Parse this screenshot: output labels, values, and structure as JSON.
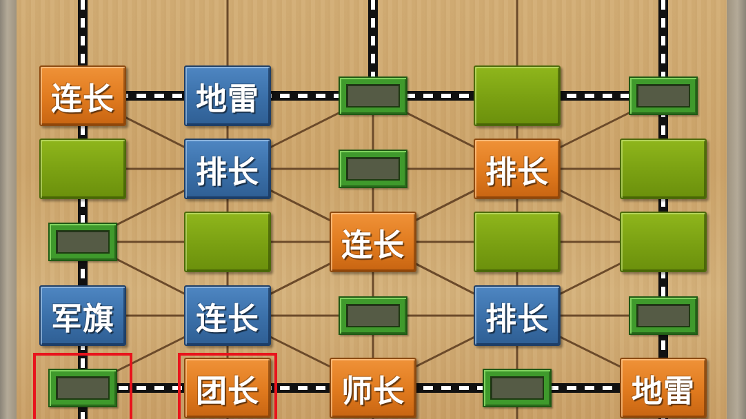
{
  "board": {
    "colors": {
      "orange": "#e07a1e",
      "blue": "#3a6fa8",
      "hidden": "#7aa012",
      "post": "#3f9a2c",
      "highlight": "#e8141c",
      "railroad": "#111111"
    },
    "rows": [
      [
        {
          "type": "piece",
          "side": "orange",
          "label": "连长"
        },
        {
          "type": "piece",
          "side": "blue",
          "label": "地雷"
        },
        {
          "type": "post",
          "label": ""
        },
        {
          "type": "hidden",
          "label": ""
        },
        {
          "type": "post",
          "label": ""
        }
      ],
      [
        {
          "type": "hidden",
          "label": ""
        },
        {
          "type": "piece",
          "side": "blue",
          "label": "排长"
        },
        {
          "type": "post",
          "label": ""
        },
        {
          "type": "piece",
          "side": "orange",
          "label": "排长"
        },
        {
          "type": "hidden",
          "label": ""
        }
      ],
      [
        {
          "type": "post",
          "label": ""
        },
        {
          "type": "hidden",
          "label": ""
        },
        {
          "type": "piece",
          "side": "orange",
          "label": "连长"
        },
        {
          "type": "hidden",
          "label": ""
        },
        {
          "type": "hidden",
          "label": ""
        }
      ],
      [
        {
          "type": "piece",
          "side": "blue",
          "label": "军旗"
        },
        {
          "type": "piece",
          "side": "blue",
          "label": "连长"
        },
        {
          "type": "post",
          "label": ""
        },
        {
          "type": "piece",
          "side": "blue",
          "label": "排长"
        },
        {
          "type": "post",
          "label": ""
        }
      ],
      [
        {
          "type": "post",
          "label": "",
          "highlighted": true
        },
        {
          "type": "piece",
          "side": "orange",
          "label": "团长",
          "highlighted": true
        },
        {
          "type": "piece",
          "side": "orange",
          "label": "师长"
        },
        {
          "type": "post",
          "label": ""
        },
        {
          "type": "piece",
          "side": "orange",
          "label": "地雷"
        }
      ]
    ]
  }
}
